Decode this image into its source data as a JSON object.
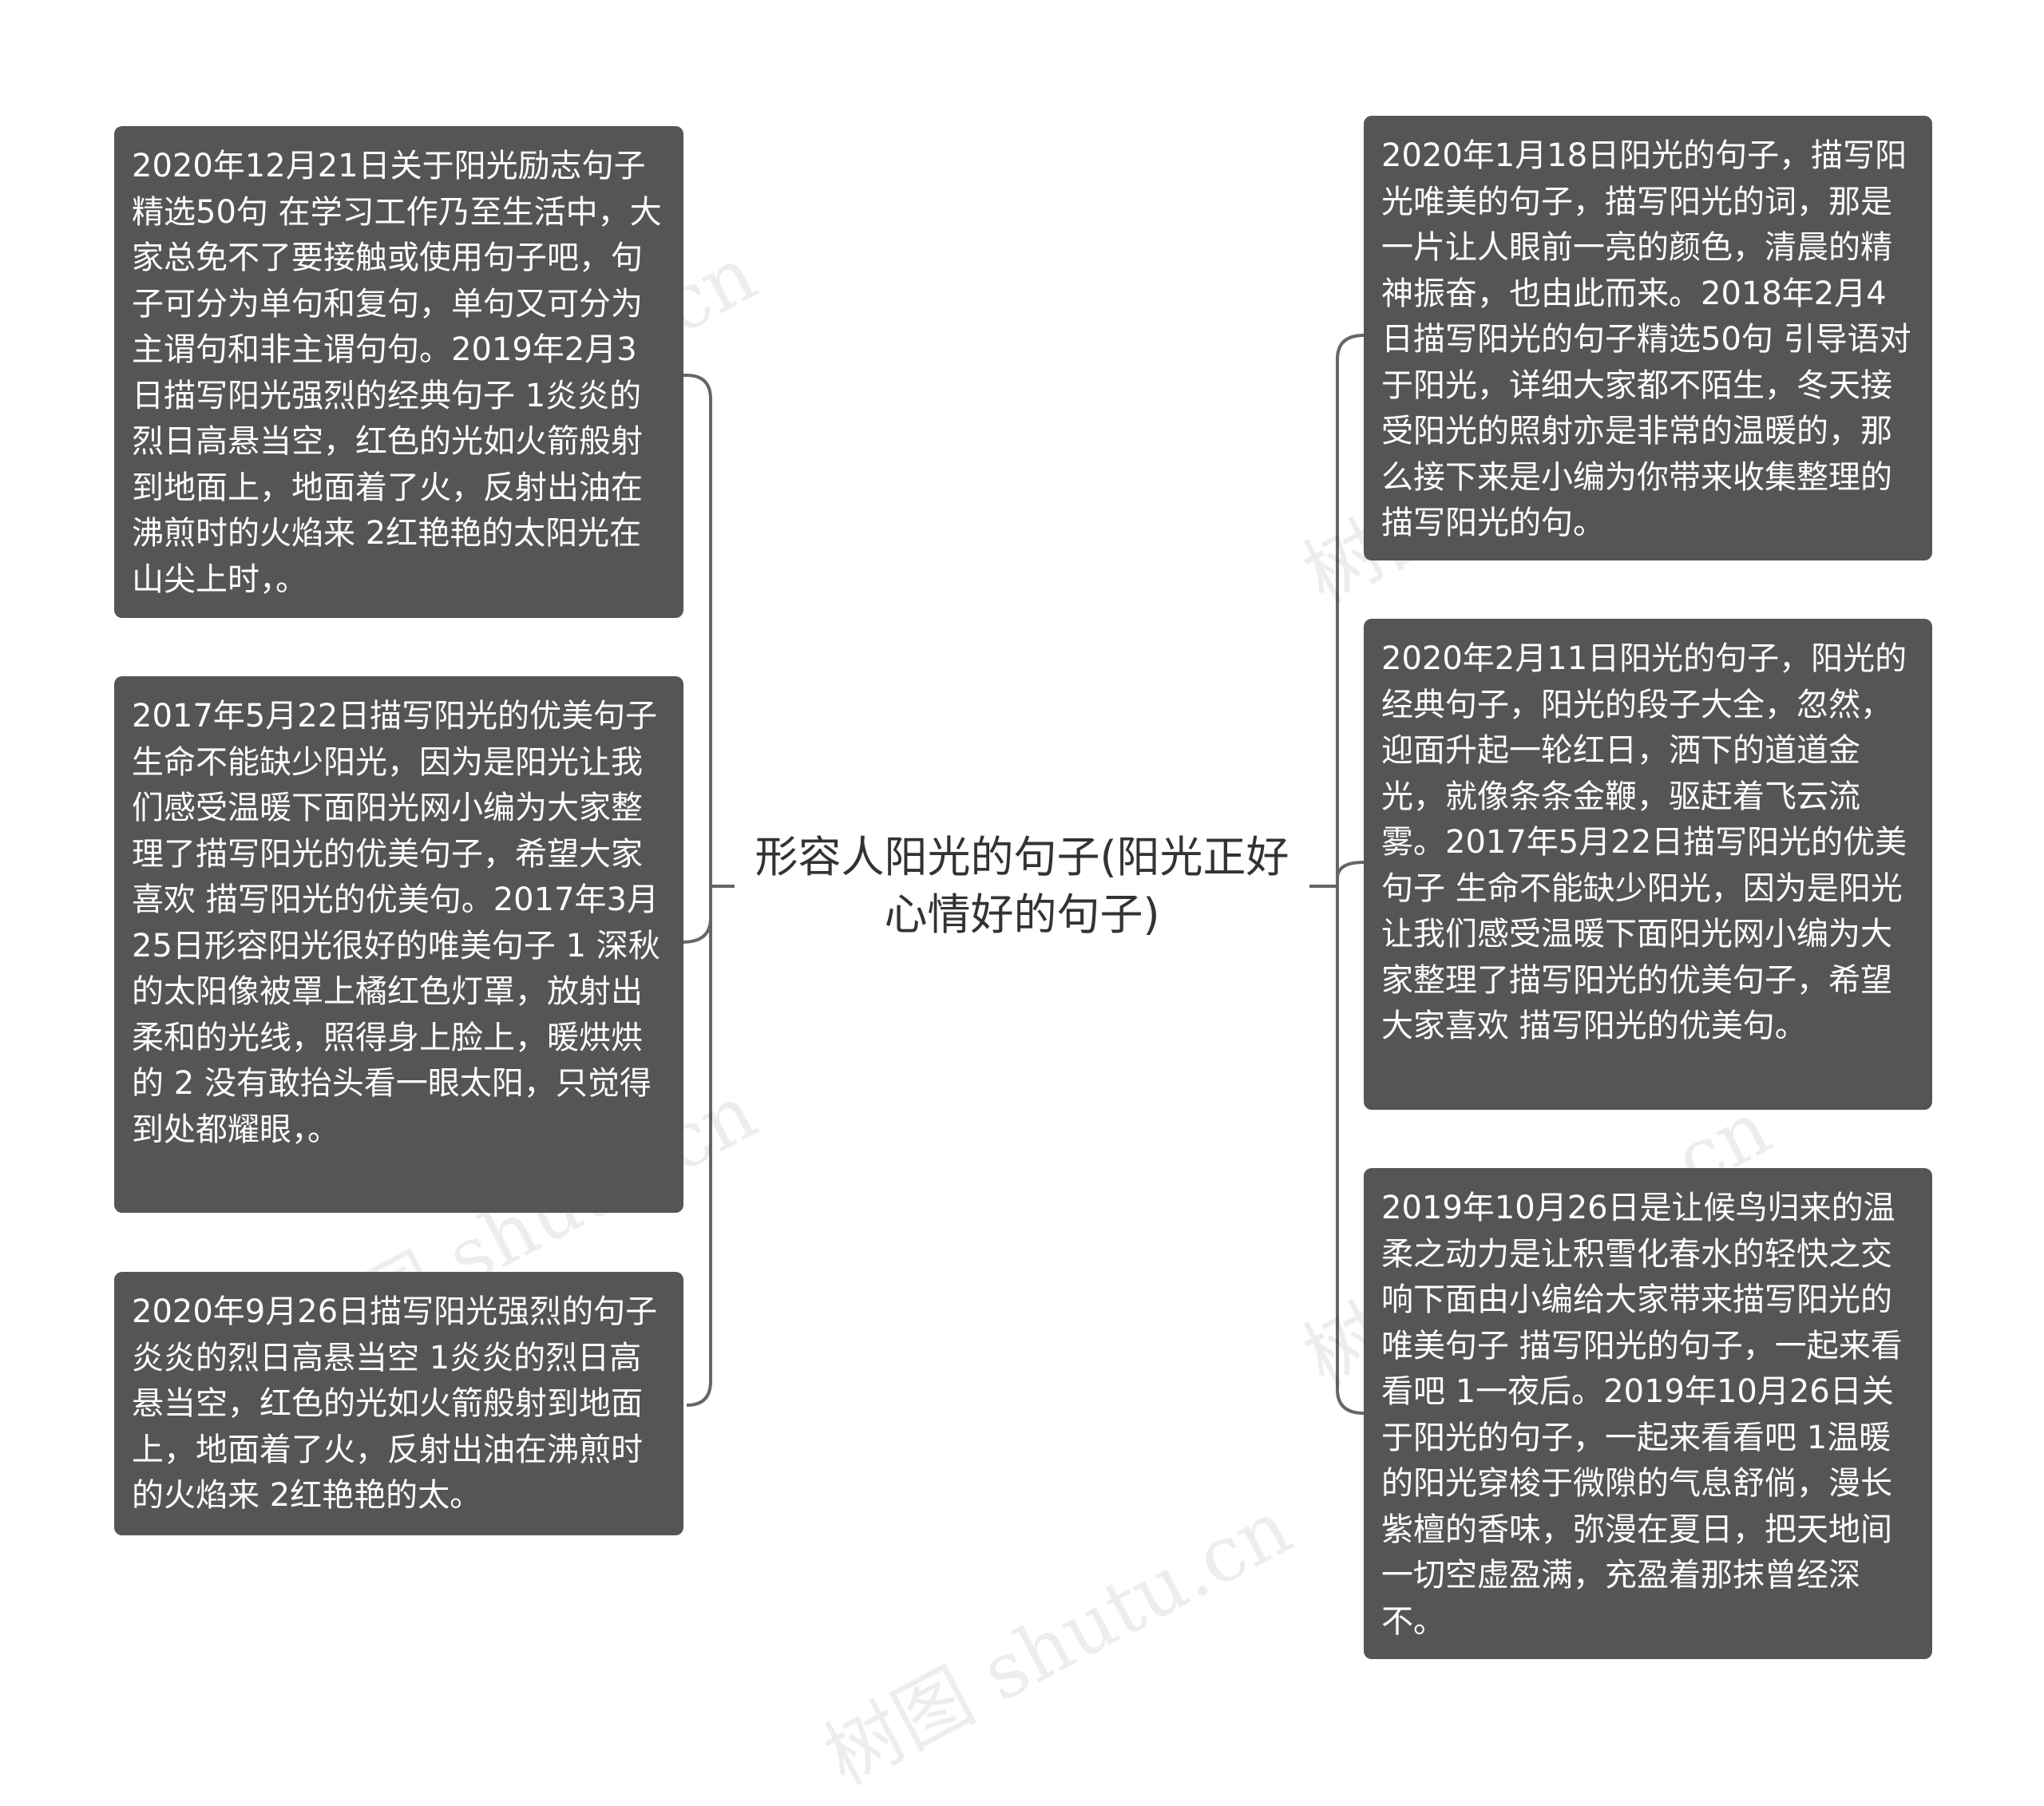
{
  "center": {
    "title": "形容人阳光的句子(阳光正好 心情好的句子)"
  },
  "left_nodes": [
    {
      "text": "2020年12月21日关于阳光励志句子精选50句 在学习工作乃至生活中，大家总免不了要接触或使用句子吧，句子可分为单句和复句，单句又可分为主谓句和非主谓句句。2019年2月3日描写阳光强烈的经典句子 1炎炎的烈日高悬当空，红色的光如火箭般射到地面上，地面着了火，反射出油在沸煎时的火焰来 2红艳艳的太阳光在山尖上时，。"
    },
    {
      "text": "2017年5月22日描写阳光的优美句子 生命不能缺少阳光，因为是阳光让我们感受温暖下面阳光网小编为大家整理了描写阳光的优美句子，希望大家喜欢 描写阳光的优美句。2017年3月25日形容阳光很好的唯美句子 1 深秋的太阳像被罩上橘红色灯罩，放射出柔和的光线，照得身上脸上，暖烘烘的 2 没有敢抬头看一眼太阳，只觉得到处都耀眼，。"
    },
    {
      "text": "2020年9月26日描写阳光强烈的句子炎炎的烈日高悬当空 1炎炎的烈日高悬当空，红色的光如火箭般射到地面上，地面着了火，反射出油在沸煎时的火焰来 2红艳艳的太。"
    }
  ],
  "right_nodes": [
    {
      "text": "2020年1月18日阳光的句子，描写阳光唯美的句子，描写阳光的词，那是一片让人眼前一亮的颜色，清晨的精神振奋，也由此而来。2018年2月4日描写阳光的句子精选50句 引导语对于阳光，详细大家都不陌生，冬天接受阳光的照射亦是非常的温暖的，那么接下来是小编为你带来收集整理的描写阳光的句。"
    },
    {
      "text": "2020年2月11日阳光的句子，阳光的经典句子，阳光的段子大全，忽然，迎面升起一轮红日，洒下的道道金光，就像条条金鞭，驱赶着飞云流雾。2017年5月22日描写阳光的优美句子 生命不能缺少阳光，因为是阳光让我们感受温暖下面阳光网小编为大家整理了描写阳光的优美句子，希望大家喜欢 描写阳光的优美句。"
    },
    {
      "text": "2019年10月26日是让候鸟归来的温柔之动力是让积雪化春水的轻快之交响下面由小编给大家带来描写阳光的唯美句子 描写阳光的句子，一起来看看吧 1一夜后。2019年10月26日关于阳光的句子，一起来看看吧 1温暖的阳光穿梭于微隙的气息舒倘，漫长紫檀的香味，弥漫在夏日，把天地间一切空虚盈满，充盈着那抹曾经深不。"
    }
  ],
  "watermarks": [
    "树图 shutu.cn",
    "树图 shutu.cn",
    "树图 shutu.cn",
    "树图 shutu.cn",
    "树图 shutu.cn"
  ],
  "colors": {
    "node_bg": "#555555",
    "node_text": "#ffffff",
    "connector": "#666666",
    "center_text": "#333333"
  }
}
